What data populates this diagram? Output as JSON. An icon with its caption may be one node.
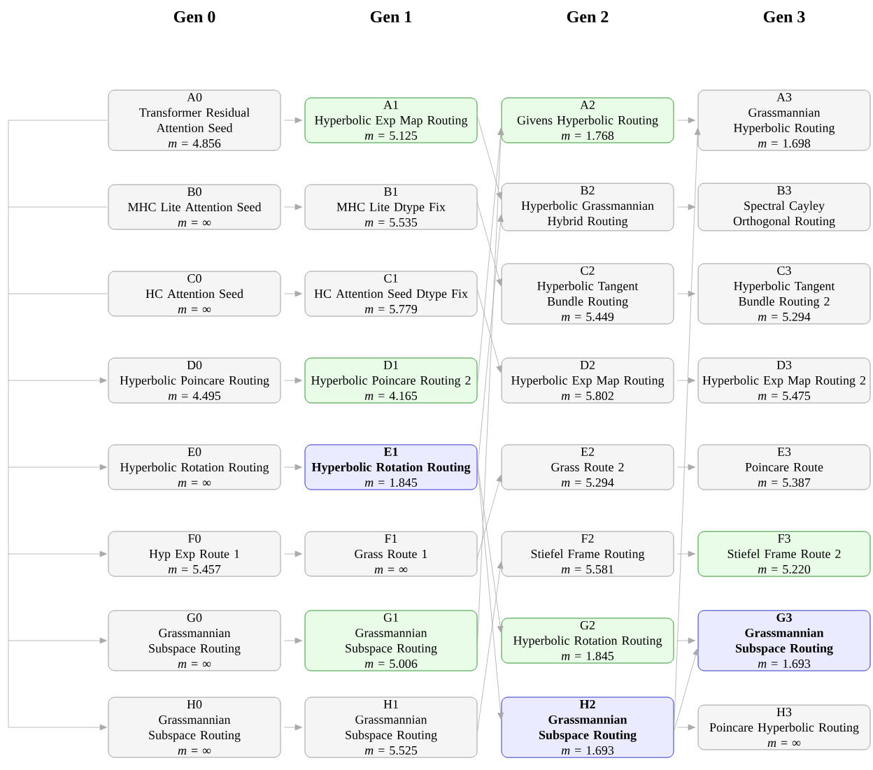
{
  "diagram": {
    "nodes": [
      {
        "text": [
          "A0",
          "Transformer Residual Attention Seed",
          "*m* = 4.856"
        ]
      },
      {
        "text": [
          "B0",
          "MHC Lite Attention Seed",
          "*m* = ∞"
        ]
      },
      {
        "text": [
          "C0",
          "HC Attention Seed",
          "*m* = ∞"
        ]
      },
      {
        "text": [
          "D0",
          "Hyperbolic Poincare Routing",
          "*m* = 4.495"
        ]
      },
      {
        "text": [
          "E0",
          "Hyperbolic Rotation Routing",
          "*m* = ∞"
        ]
      },
      {
        "text": [
          "F0",
          "Hyp Exp Route 1",
          "*m* = 5.457"
        ]
      },
      {
        "text": [
          "G0",
          "Grassmannian Subspace Routing",
          "*m* = ∞"
        ]
      },
      {
        "text": [
          "H0",
          "Grassmannian Subspace Routing",
          "*m* = ∞"
        ]
      },
      {
        "text": [
          "A1",
          "Hyperbolic Exp Map Routing",
          "*m* = 5.125"
        ]
      },
      {
        "text": [
          "B1",
          "MHC Lite Dtype Fix",
          "*m* = 5.535"
        ]
      },
      {
        "text": [
          "C1",
          "HC Attention Seed Dtype Fix",
          "*m* = 5.779"
        ]
      },
      {
        "text": [
          "D1",
          "Hyperbolic Poincare Routing 2",
          "*m* = 4.165"
        ]
      },
      {
        "text": [
          "E1",
          "Hyperbolic Rotation Routing",
          "*m* = 1.845"
        ]
      },
      {
        "text": [
          "F1",
          "Grass Route 1",
          "*m* = ∞"
        ]
      },
      {
        "text": [
          "G1",
          "Grassmannian Subspace Routing",
          "*m* = 5.006"
        ]
      },
      {
        "text": [
          "H1",
          "Grassmannian Subspace Routing",
          "*m* = 5.525"
        ]
      },
      {
        "text": [
          "A2",
          "Givens Hyperbolic Routing",
          "*m* = 1.768"
        ]
      },
      {
        "text": [
          "B2",
          "Hyperbolic Grassmannian Hybrid Routing"
        ]
      },
      {
        "text": [
          "C2",
          "Hyperbolic Tangent Bundle Routing",
          "*m* = 5.449"
        ]
      },
      {
        "text": [
          "D2",
          "Hyperbolic Exp Map Routing",
          "*m* = 5.802"
        ]
      },
      {
        "text": [
          "E2",
          "Grass Route 2",
          "*m* = 5.294"
        ]
      },
      {
        "text": [
          "F2",
          "Stiefel Frame Routing",
          "*m* = 5.581"
        ]
      },
      {
        "text": [
          "G2",
          "Hyperbolic Rotation Routing",
          "*m* = 1.845"
        ]
      },
      {
        "text": [
          "H2",
          "Grassmannian Subspace Routing",
          "*m* = 1.693"
        ]
      },
      {
        "text": [
          "A3",
          "Grassmannian Hyperbolic Routing",
          "*m* = 1.698"
        ]
      },
      {
        "text": [
          "B3",
          "Spectral Cayley Orthogonal Routing"
        ]
      },
      {
        "text": [
          "C3",
          "Hyperbolic Tangent Bundle Routing 2",
          "*m* = 5.294"
        ]
      },
      {
        "text": [
          "D3",
          "Hyperbolic Exp Map Routing 2",
          "*m* = 5.475"
        ]
      },
      {
        "text": [
          "E3",
          "Poincare Route",
          "*m* = 5.387"
        ]
      },
      {
        "text": [
          "F3",
          "Stiefel Frame Route 2",
          "*m* = 5.220"
        ]
      },
      {
        "text": [
          "G3",
          "Grassmannian Subspace Routing",
          "*m* = 1.693"
        ]
      },
      {
        "text": [
          "H3",
          "Poincare Hyperbolic Routing",
          "*m* = ∞"
        ]
      }
    ],
    "edges": [
      {
        "from": null,
        "to": 0,
        "arrow": "none"
      },
      {
        "from": null,
        "to": 1,
        "arrow": "none"
      },
      {
        "from": null,
        "to": 2,
        "arrow": "none"
      },
      {
        "from": null,
        "to": 3,
        "arrow": "to"
      },
      {
        "from": null,
        "to": 4,
        "arrow": "to"
      },
      {
        "from": null,
        "to": 5,
        "arrow": "to"
      },
      {
        "from": null,
        "to": 6,
        "arrow": "to"
      },
      {
        "from": null,
        "to": 7,
        "arrow": "to"
      },
      {
        "from": 0,
        "to": 8,
        "arrow": "to"
      },
      {
        "from": 1,
        "to": 9,
        "arrow": "to"
      },
      {
        "from": 2,
        "to": 10,
        "arrow": "to"
      },
      {
        "from": 3,
        "to": 11,
        "arrow": "to"
      },
      {
        "from": 4,
        "to": 12,
        "arrow": "to"
      },
      {
        "from": 5,
        "to": 13,
        "arrow": "to"
      },
      {
        "from": 6,
        "to": 14,
        "arrow": "to"
      },
      {
        "from": 7,
        "to": 15,
        "arrow": "to"
      },
      {
        "from": 8,
        "to": 17,
        "arrow": "to"
      },
      {
        "from": 9,
        "to": 18,
        "arrow": "to"
      },
      {
        "from": 10,
        "to": 19,
        "arrow": "to"
      },
      {
        "from": 11,
        "to": 16,
        "arrow": "to"
      },
      {
        "from": 12,
        "to": 17,
        "arrow": "to"
      },
      {
        "from": 12,
        "to": 22,
        "arrow": "to"
      },
      {
        "from": 12,
        "to": 23,
        "arrow": "to"
      },
      {
        "from": 13,
        "to": 20,
        "arrow": "to"
      },
      {
        "from": 14,
        "to": 16,
        "arrow": "to"
      },
      {
        "from": 15,
        "to": 21,
        "arrow": "to"
      },
      {
        "from": 16,
        "to": 24,
        "arrow": "to"
      },
      {
        "from": 17,
        "to": 25,
        "arrow": "to"
      },
      {
        "from": 18,
        "to": 26,
        "arrow": "to"
      },
      {
        "from": 19,
        "to": 27,
        "arrow": "to"
      },
      {
        "from": 20,
        "to": 28,
        "arrow": "to"
      },
      {
        "from": 21,
        "to": 29,
        "arrow": "to"
      },
      {
        "from": 22,
        "to": 30,
        "arrow": "to"
      },
      {
        "from": 23,
        "to": 31,
        "arrow": "to"
      },
      {
        "from": 23,
        "to": 24,
        "arrow": "to"
      },
      {
        "from": 23,
        "to": 30,
        "arrow": "to"
      }
    ],
    "labels": [
      "Gen 0",
      "Gen 1",
      "Gen 2",
      "Gen 3"
    ]
  }
}
